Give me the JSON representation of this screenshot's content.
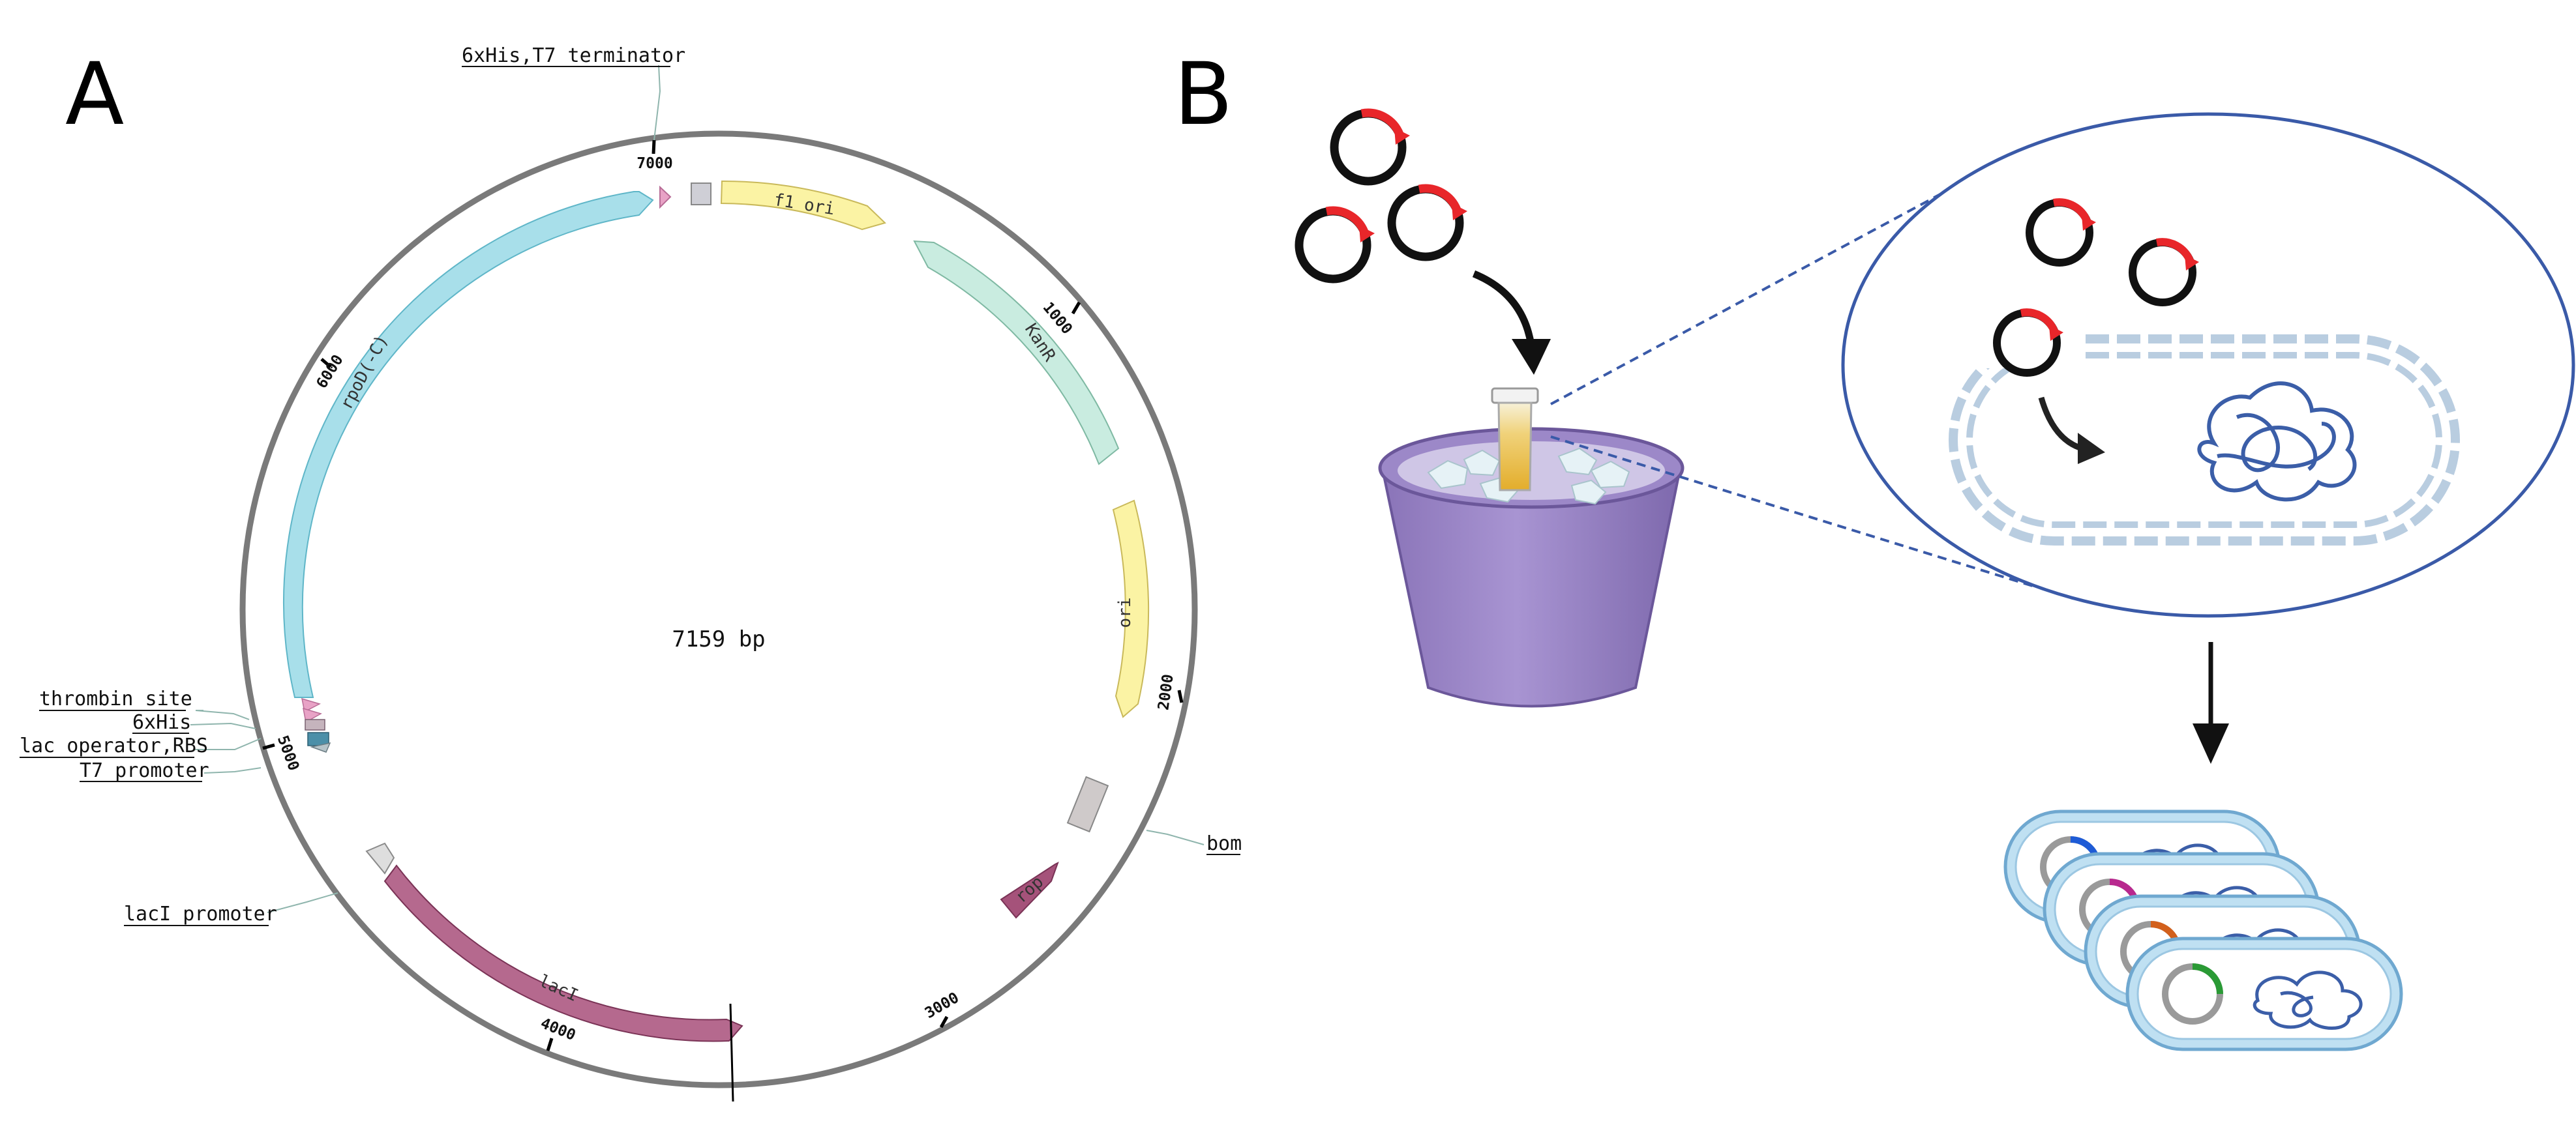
{
  "panels": {
    "a": "A",
    "b": "B"
  },
  "plasmid": {
    "size_label": "7159 bp",
    "ticks": [
      "1000",
      "2000",
      "3000",
      "4000",
      "5000",
      "6000",
      "7000"
    ],
    "features": {
      "rpod": "rpoD(-C)",
      "f1ori": "f1 ori",
      "kanr": "KanR",
      "ori": "ori",
      "rop": "rop",
      "laci": "lacI"
    },
    "callouts": {
      "his_t7": "6xHis,T7 terminator",
      "thrombin": "thrombin site",
      "his": "6xHis",
      "lacop": "lac operator,RBS",
      "t7prom": "T7 promoter",
      "laciprom": "lacI promoter",
      "bom": "bom"
    },
    "colors": {
      "rpod": "#a8dfea",
      "f1ori": "#fbf3a4",
      "kanr": "#c9ece0",
      "ori": "#fbf3a4",
      "rop": "#a5527a",
      "laci": "#b5698e",
      "bom": "#cfcaca",
      "backbone": "#7a7a7a"
    }
  },
  "illustration": {
    "colors": {
      "plasmid_ring": "#111111",
      "plasmid_arrow": "#e8262a",
      "bucket": "#9a85c4",
      "zoom_border": "#3a5aa8",
      "cell_fill": "#d9ecf7",
      "cell_border": "#6fa8d0",
      "dna": "#3b5ea8",
      "insert_colors": [
        "#1e5bd6",
        "#b8288e",
        "#d2601c",
        "#2a9a35"
      ]
    }
  }
}
